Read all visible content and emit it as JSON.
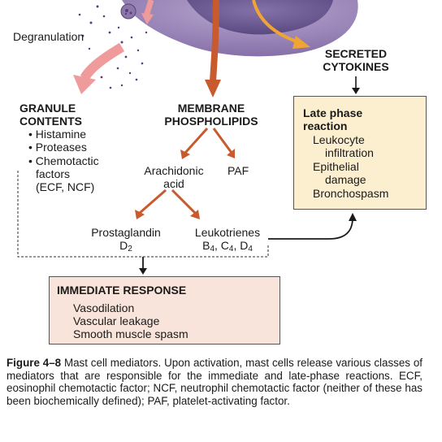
{
  "degranulation": "Degranulation",
  "granule_contents": {
    "title_line1": "GRANULE",
    "title_line2": "CONTENTS",
    "items": [
      {
        "bullet": "•",
        "text": "Histamine"
      },
      {
        "bullet": "•",
        "text": "Proteases"
      },
      {
        "bullet": "•",
        "text": "Chemotactic"
      }
    ],
    "item3_cont": "factors",
    "item3_cont2": "(ECF, NCF)"
  },
  "membrane": {
    "line1": "MEMBRANE",
    "line2": "PHOSPHOLIPIDS"
  },
  "arachidonic": {
    "line1": "Arachidonic",
    "line2": "acid"
  },
  "paf": "PAF",
  "prostaglandin": {
    "line1": "Prostaglandin",
    "base": "D",
    "sub": "2"
  },
  "leukotrienes": {
    "line1": "Leukotrienes",
    "b": "B",
    "b_sub": "4",
    "c": ", C",
    "c_sub": "4",
    "d": ", D",
    "d_sub": "4"
  },
  "secreted": {
    "line1": "SECRETED",
    "line2": "CYTOKINES"
  },
  "late_phase": {
    "title1": "Late phase",
    "title2": "reaction",
    "items": [
      "Leukocyte",
      "infiltration",
      "Epithelial",
      "damage",
      "Bronchospasm"
    ]
  },
  "immediate": {
    "title": "IMMEDIATE RESPONSE",
    "items": [
      "Vasodilation",
      "Vascular leakage",
      "Smooth muscle spasm"
    ]
  },
  "caption": {
    "label": "Figure 4–8",
    "text": " Mast cell mediators. Upon activation, mast cells release various classes of mediators that are responsible for the immediate and late-phase reactions. ECF, eosinophil chemotactic factor; NCF, neutrophil chemotactic factor (neither of these has been biochemically defined); PAF, platelet-activating factor."
  },
  "colors": {
    "cell": "#8e78b0",
    "nucleus": "#5d4a86",
    "arrow_red": "#c85a2e",
    "arrow_orange": "#f0a434",
    "granule": "#5a3d7a",
    "late_box": "#fbefd0",
    "imm_box": "#f9e4dc"
  }
}
